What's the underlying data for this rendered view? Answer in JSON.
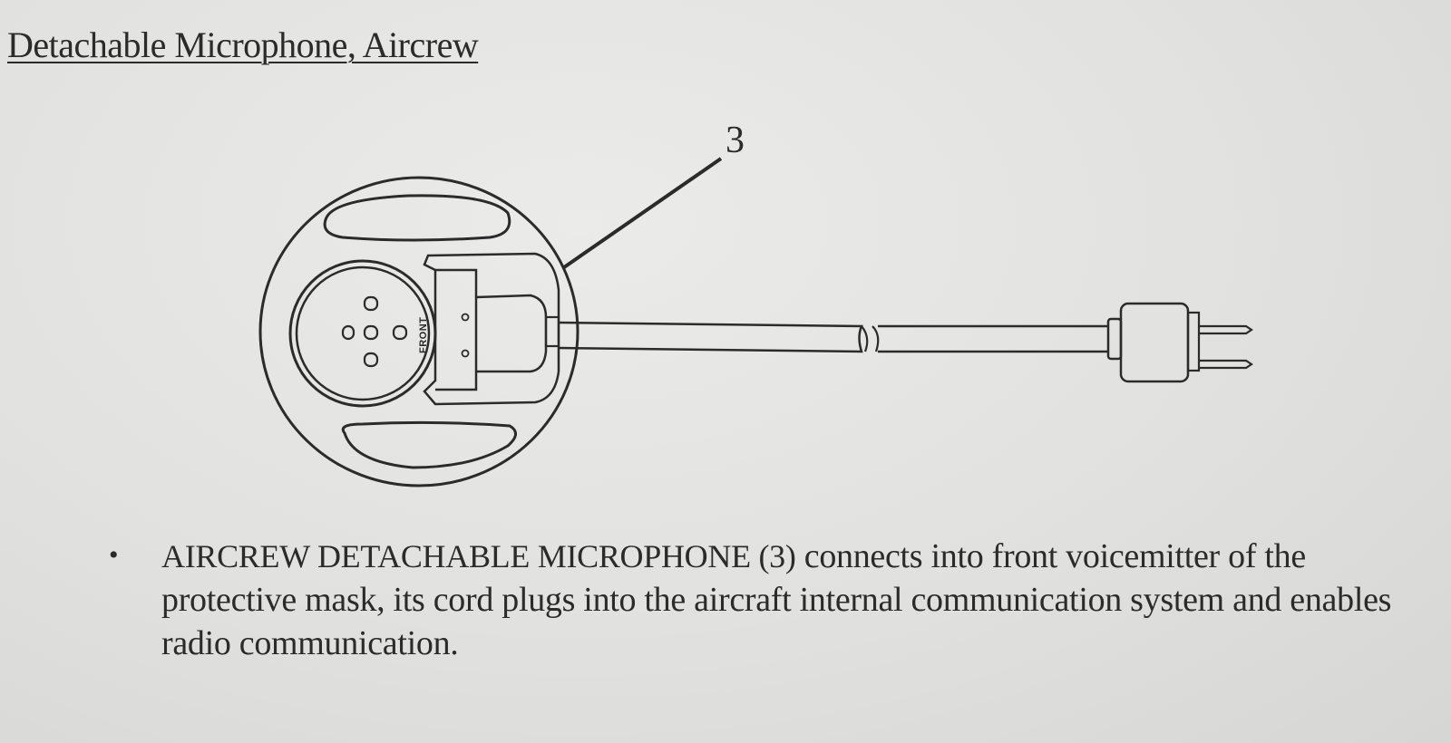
{
  "document": {
    "title": "Detachable Microphone, Aircrew"
  },
  "figure": {
    "callout_number": "3",
    "front_label": "FRONT"
  },
  "bullets": [
    {
      "lead": "AIRCREW DETACHABLE MICROPHONE (3)",
      "body": " connects into front voicemitter of the protective mask, its cord plugs into the aircraft internal communication system and enables radio communication."
    }
  ]
}
